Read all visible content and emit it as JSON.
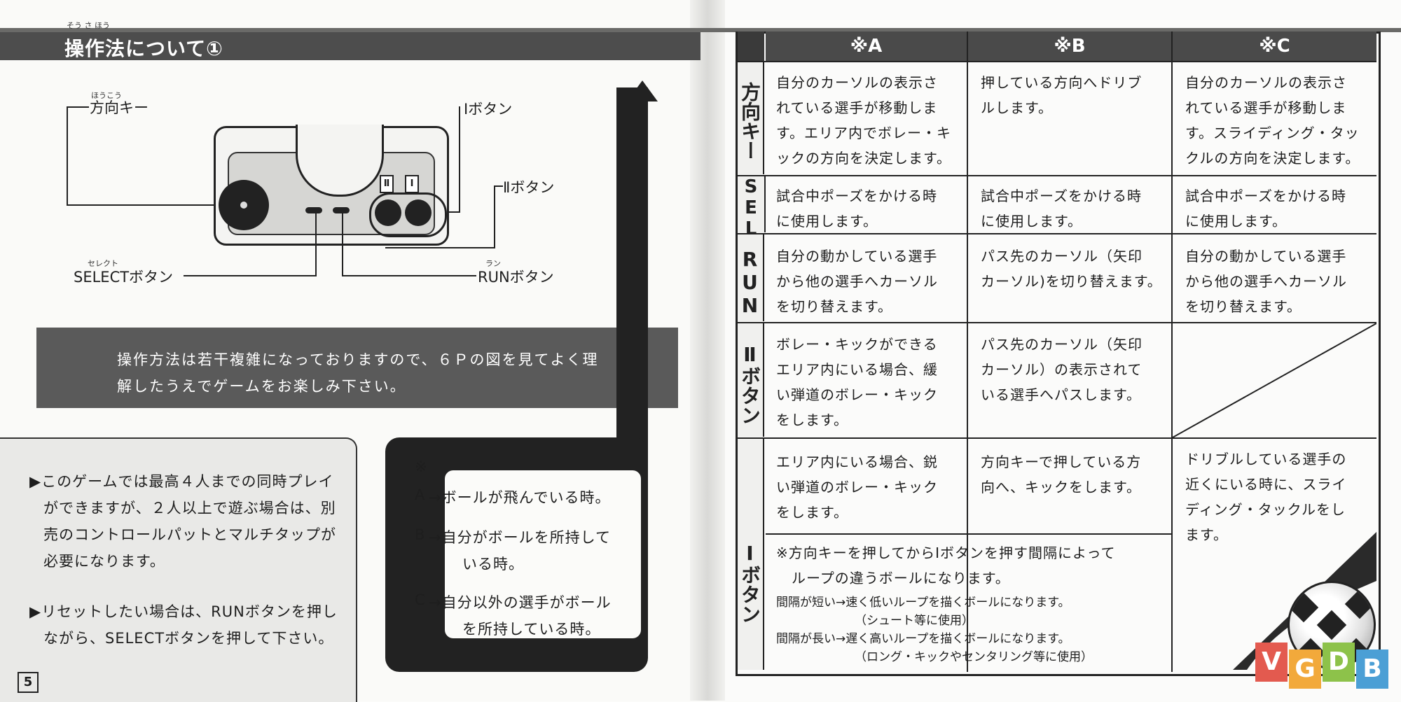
{
  "left": {
    "title": "操作法について①",
    "title_ruby": "そう さ ほう",
    "labels": {
      "dpad": "方向キー",
      "dpad_ruby": "ほうこう",
      "btn1": "Ⅰボタン",
      "btn2": "Ⅱボタン",
      "select": "SELECTボタン",
      "select_ruby": "セレクト",
      "run": "RUNボタン",
      "run_ruby": "ラン"
    },
    "button_marks": [
      "Ⅱ",
      "Ⅰ"
    ],
    "notice": [
      "操作方法は若干複雑になっておりますので、６Ｐの図を見てよく理",
      "解したうえでゲームをお楽しみ下さい。"
    ],
    "notes": [
      "▶このゲームでは最高４人までの同時プレイ",
      "ができますが、２人以上で遊ぶ場合は、別",
      "売のコントロールパットとマルチタップが",
      "必要になります。",
      "▶リセットしたい場合は、RUNボタンを押し",
      "ながら、SELECTボタンを押して下さい。"
    ],
    "legend": {
      "mark": "※",
      "a_key": "A",
      "a_text": "→ボールが飛んでいる時。",
      "b_key": "B",
      "b_text1": "→自分がボールを所持して",
      "b_text2": "いる時。",
      "c_key": "C",
      "c_text1": "→自分以外の選手がボール",
      "c_text2": "を所持している時。"
    },
    "page_number": "5"
  },
  "table": {
    "headers": [
      "※A",
      "※B",
      "※C"
    ],
    "rows": [
      {
        "label": "方向キー",
        "a": [
          "自分のカーソルの表示さ",
          "れている選手が移動しま",
          "す。エリア内でボレー・キ",
          "ックの方向を決定します。"
        ],
        "b": [
          "押している方向へドリブ",
          "ルします。"
        ],
        "c": [
          "自分のカーソルの表示さ",
          "れている選手が移動しま",
          "す。スライディング・タッ",
          "クルの方向を決定します。"
        ]
      },
      {
        "label": "SEL",
        "a": [
          "試合中ポーズをかける時",
          "に使用します。"
        ],
        "b": [
          "試合中ポーズをかける時",
          "に使用します。"
        ],
        "c": [
          "試合中ポーズをかける時",
          "に使用します。"
        ]
      },
      {
        "label": "RUN",
        "a": [
          "自分の動かしている選手",
          "から他の選手へカーソル",
          "を切り替えます。"
        ],
        "b": [
          "パス先のカーソル（矢印",
          "カーソル)を切り替えます。"
        ],
        "c": [
          "自分の動かしている選手",
          "から他の選手へカーソル",
          "を切り替えます。"
        ]
      },
      {
        "label": "Ⅱボタン",
        "a": [
          "ボレー・キックができる",
          "エリア内にいる場合、緩",
          "い弾道のボレー・キック",
          "をします。"
        ],
        "b": [
          "パス先のカーソル（矢印",
          "カーソル）の表示されて",
          "いる選手へパスします。"
        ],
        "c": []
      },
      {
        "label": "Ⅰボタン",
        "a": [
          "エリア内にいる場合、鋭",
          "い弾道のボレー・キック",
          "をします。"
        ],
        "b": [
          "方向キーで押している方",
          "向へ、キックをします。"
        ],
        "c": [
          "ドリブルしている選手の",
          "近くにいる時に、スライ",
          "ディング・タックルをし",
          "ます。"
        ],
        "note": [
          "※方向キーを押してからⅠボタンを押す間隔によって",
          "ループの違うボールになります。"
        ],
        "note_small": [
          "間隔が短い→速く低いループを描くボールになります。",
          "（シュート等に使用）",
          "間隔が長い→遅く高いループを描くボールになります。",
          "（ロング・キックやセンタリング等に使用）"
        ]
      }
    ]
  },
  "watermark": [
    "V",
    "G",
    "D",
    "B"
  ],
  "colors": {
    "dark": "#222222",
    "grey_bar": "#4d4d4d",
    "v": "#e35a4f",
    "g": "#f2a93b",
    "d": "#8dc24a",
    "b": "#4b9fd5"
  }
}
